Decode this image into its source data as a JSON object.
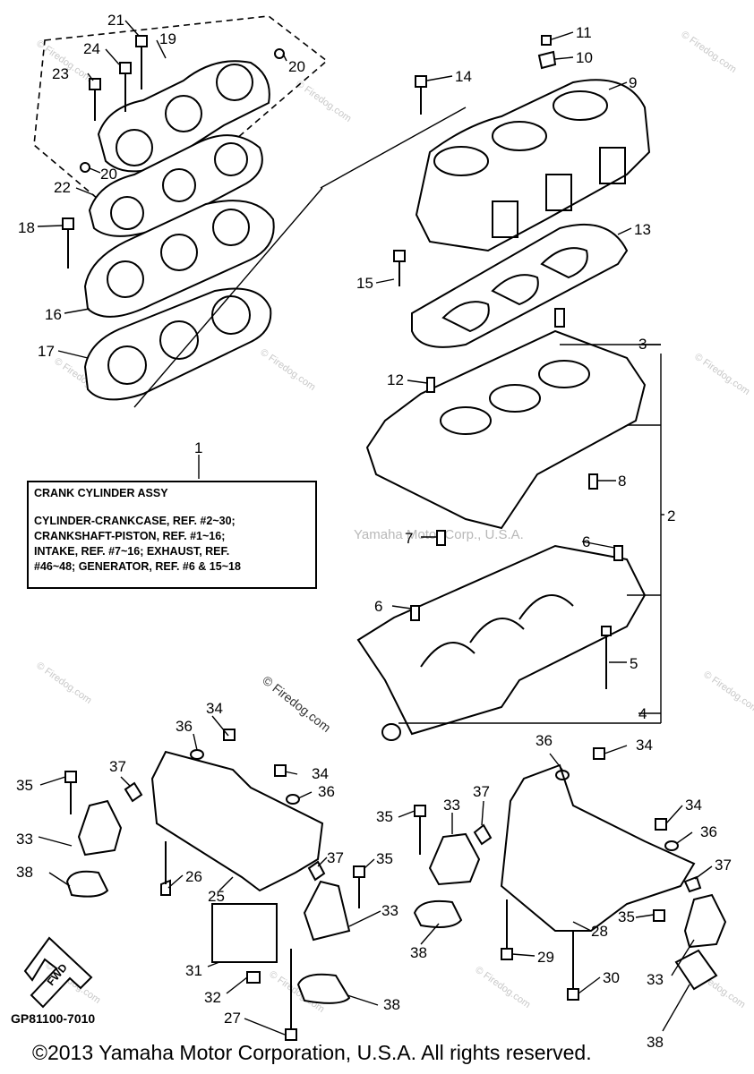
{
  "assy_box": {
    "title": "CRANK CYLINDER ASSY",
    "lines": [
      "CYLINDER-CRANKCASE, REF. #2~30;",
      "CRANKSHAFT-PISTON, REF. #1~16;",
      "INTAKE, REF. #7~16; EXHAUST, REF.",
      "#46~48; GENERATOR, REF. #6 & 15~18"
    ]
  },
  "ref_code": "GP81100-7010",
  "copyright": "©2013 Yamaha Motor Corporation, U.S.A. All rights reserved.",
  "fwd_label": "FWD",
  "watermarks": {
    "center": "Yamaha Motor Corp., U.S.A.",
    "diagonal": "© Firedog.com",
    "tile": "© Firedog.com"
  },
  "callouts": [
    "1",
    "2",
    "3",
    "4",
    "5",
    "6",
    "6",
    "7",
    "8",
    "9",
    "10",
    "11",
    "12",
    "13",
    "14",
    "15",
    "16",
    "17",
    "18",
    "19",
    "20",
    "20",
    "21",
    "22",
    "23",
    "24",
    "25",
    "26",
    "27",
    "28",
    "29",
    "30",
    "31",
    "32",
    "33",
    "33",
    "33",
    "33",
    "34",
    "34",
    "34",
    "34",
    "35",
    "35",
    "35",
    "35",
    "36",
    "36",
    "36",
    "36",
    "37",
    "37",
    "37",
    "37",
    "38",
    "38",
    "38",
    "38"
  ]
}
